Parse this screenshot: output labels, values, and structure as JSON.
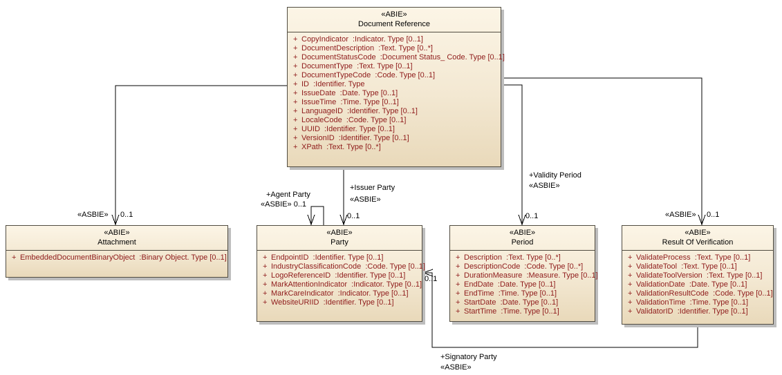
{
  "diagram": {
    "visibility_symbol": "+",
    "classes": {
      "document_reference": {
        "stereotype": "«ABIE»",
        "name": "Document Reference",
        "attributes": [
          "CopyIndicator  :Indicator. Type [0..1]",
          "DocumentDescription  :Text. Type [0..*]",
          "DocumentStatusCode  :Document Status_ Code. Type [0..1]",
          "DocumentType  :Text. Type [0..1]",
          "DocumentTypeCode  :Code. Type [0..1]",
          "ID  :Identifier. Type",
          "IssueDate  :Date. Type [0..1]",
          "IssueTime  :Time. Type [0..1]",
          "LanguageID  :Identifier. Type [0..1]",
          "LocaleCode  :Code. Type [0..1]",
          "UUID  :Identifier. Type [0..1]",
          "VersionID  :Identifier. Type [0..1]",
          "XPath  :Text. Type [0..*]"
        ]
      },
      "attachment": {
        "stereotype": "«ABIE»",
        "name": "Attachment",
        "attributes": [
          "EmbeddedDocumentBinaryObject  :Binary Object. Type [0..1]"
        ]
      },
      "party": {
        "stereotype": "«ABIE»",
        "name": "Party",
        "attributes": [
          "EndpointID  :Identifier. Type [0..1]",
          "IndustryClassificationCode  :Code. Type [0..1]",
          "LogoReferenceID  :Identifier. Type [0..1]",
          "MarkAttentionIndicator  :Indicator. Type [0..1]",
          "MarkCareIndicator  :Indicator. Type [0..1]",
          "WebsiteURIID  :Identifier. Type [0..1]"
        ]
      },
      "period": {
        "stereotype": "«ABIE»",
        "name": "Period",
        "attributes": [
          "Description  :Text. Type [0..*]",
          "DescriptionCode  :Code. Type [0..*]",
          "DurationMeasure  :Measure. Type [0..1]",
          "EndDate  :Date. Type [0..1]",
          "EndTime  :Time. Type [0..1]",
          "StartDate  :Date. Type [0..1]",
          "StartTime  :Time. Type [0..1]"
        ]
      },
      "result_of_verification": {
        "stereotype": "«ABIE»",
        "name": "Result Of Verification",
        "attributes": [
          "ValidateProcess  :Text. Type [0..1]",
          "ValidateTool  :Text. Type [0..1]",
          "ValidateToolVersion  :Text. Type [0..1]",
          "ValidationDate  :Date. Type [0..1]",
          "ValidationResultCode  :Code. Type [0..1]",
          "ValidationTime  :Time. Type [0..1]",
          "ValidatorID  :Identifier. Type [0..1]"
        ]
      }
    },
    "connectors": {
      "attachment": {
        "stereotype": "«ASBIE»",
        "multiplicity": "0..1"
      },
      "agent_party": {
        "name": "+Agent Party",
        "stereotype": "«ASBIE»",
        "multiplicity": "0..1"
      },
      "issuer_party": {
        "name": "+Issuer Party",
        "stereotype": "«ASBIE»",
        "multiplicity": "0..1"
      },
      "validity_period": {
        "name": "+Validity Period",
        "stereotype": "«ASBIE»",
        "multiplicity": "0..1"
      },
      "result_of_verification": {
        "stereotype": "«ASBIE»",
        "multiplicity": "0..1"
      },
      "signatory_party": {
        "name": "+Signatory Party",
        "stereotype": "«ASBIE»",
        "multiplicity": "0..1"
      }
    },
    "colors": {
      "box_fill_top": "#FCF5E6",
      "box_fill_bottom": "#E9D9BA",
      "box_border": "#504b40",
      "attribute_text": "#8e1a1a",
      "title_text": "#000000",
      "connector_line": "#000000",
      "shadow": "#bdbdbd",
      "background": "#ffffff"
    }
  }
}
